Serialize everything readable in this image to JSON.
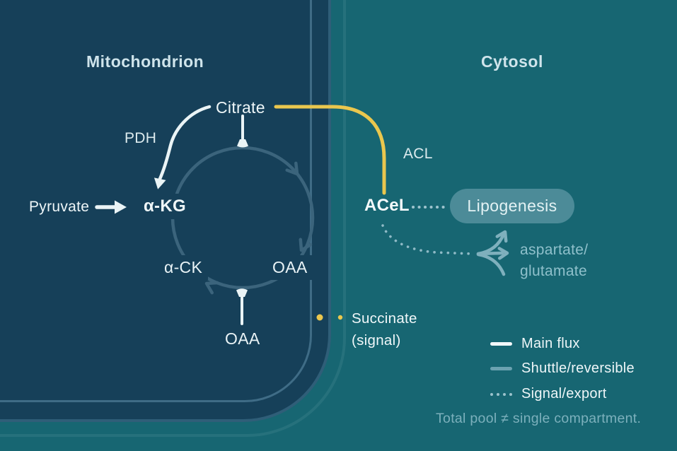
{
  "titles": {
    "mitochondrion": "Mitochondrion",
    "cytosol": "Cytosol"
  },
  "cycle": {
    "citrate": "Citrate",
    "akg": "α-KG",
    "ack": "α-CK",
    "oaa": "OAA",
    "oaa_import": "OAA"
  },
  "labels": {
    "pdh": "PDH",
    "pyruvate": "Pyruvate",
    "acl": "ACL",
    "acel": "ACeL",
    "lipogenesis": "Lipogenesis",
    "aspartate_line1": "aspartate/",
    "aspartate_line2": "glutamate",
    "succinate": "Succinate",
    "succinate_sub": "(signal)"
  },
  "legend": {
    "items": [
      {
        "label": "Main flux",
        "style": "solid-white"
      },
      {
        "label": "Shuttle/reversible",
        "style": "solid-teal"
      },
      {
        "label": "Signal/export",
        "style": "dotted"
      }
    ],
    "note": "Total pool ≠ single compartment."
  },
  "colors": {
    "mito_bg": "#164059",
    "cytosol_bg": "#176672",
    "membrane_line": "#3F6C86",
    "membrane_edge": "#2F5E78",
    "cycle_stroke": "#3B647C",
    "accent_yellow": "#EAC74E",
    "text_primary": "#EEF6F8",
    "text_muted": "#8FC0CB",
    "pill_bg": "#4C8B98",
    "legend_shuttle": "#6BA2B0",
    "legend_dotted": "#9CC3CC",
    "note_text": "#7CB0BC"
  }
}
